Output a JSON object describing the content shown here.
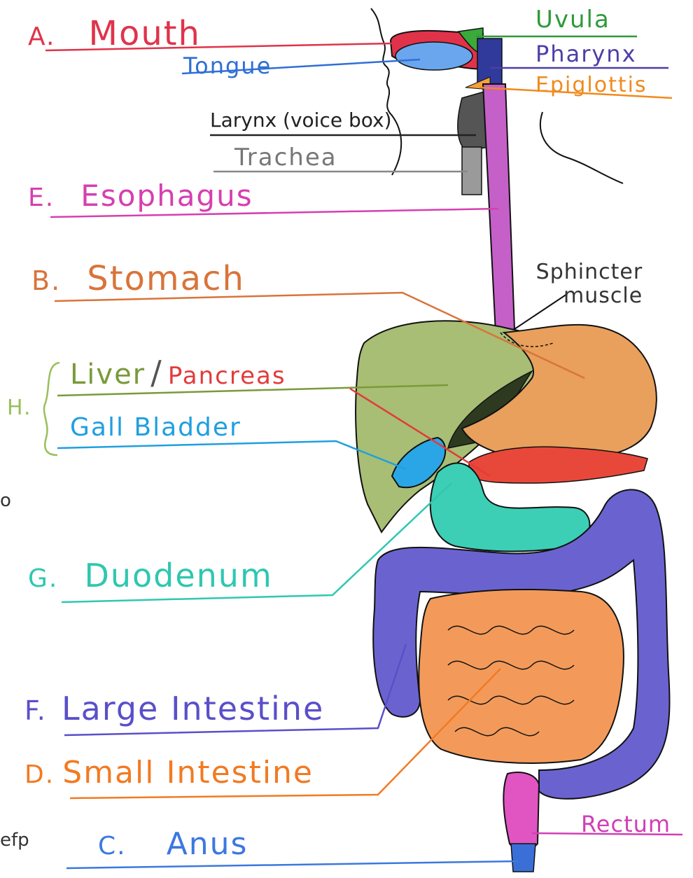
{
  "labels": {
    "mouth": {
      "letter": "A.",
      "name": "Mouth",
      "color": "#e0334a"
    },
    "tongue": {
      "name": "Tongue",
      "color": "#2f6fd6"
    },
    "uvula": {
      "name": "Uvula",
      "color": "#2e9a3a"
    },
    "pharynx": {
      "name": "Pharynx",
      "color": "#4d3ea8"
    },
    "epiglottis": {
      "name": "Epiglottis",
      "color": "#f08a1c"
    },
    "larynx": {
      "name": "Larynx (voice box)",
      "color": "#222222"
    },
    "trachea": {
      "name": "Trachea",
      "color": "#6b6b6b"
    },
    "esophagus": {
      "letter": "E.",
      "name": "Esophagus",
      "color": "#d63fb0"
    },
    "stomach": {
      "letter": "B.",
      "name": "Stomach",
      "color": "#d9743a"
    },
    "sphincter": {
      "line1": "Sphincter",
      "line2": "muscle",
      "color": "#333333"
    },
    "liver": {
      "name": "Liver",
      "color": "#7a9a3a"
    },
    "slash": {
      "name": "/",
      "color": "#555555"
    },
    "pancreas": {
      "name": "Pancreas",
      "color": "#e23b3b"
    },
    "h": {
      "letter": "H.",
      "color": "#9abf5a"
    },
    "gall_bladder": {
      "name": "Gall Bladder",
      "color": "#1f9fe0"
    },
    "duodenum": {
      "letter": "G.",
      "name": "Duodenum",
      "color": "#2fc7b0"
    },
    "large_intestine": {
      "letter": "F.",
      "name": "Large Intestine",
      "color": "#5a4fc9"
    },
    "small_intestine": {
      "letter": "D.",
      "name": "Small Intestine",
      "color": "#f27a22"
    },
    "anus": {
      "letter": "C.",
      "name": "Anus",
      "color": "#3b78e0"
    },
    "rectum": {
      "name": "Rectum",
      "color": "#d13fb5"
    }
  },
  "margin_text": {
    "top": "o",
    "bottom": "efp"
  }
}
